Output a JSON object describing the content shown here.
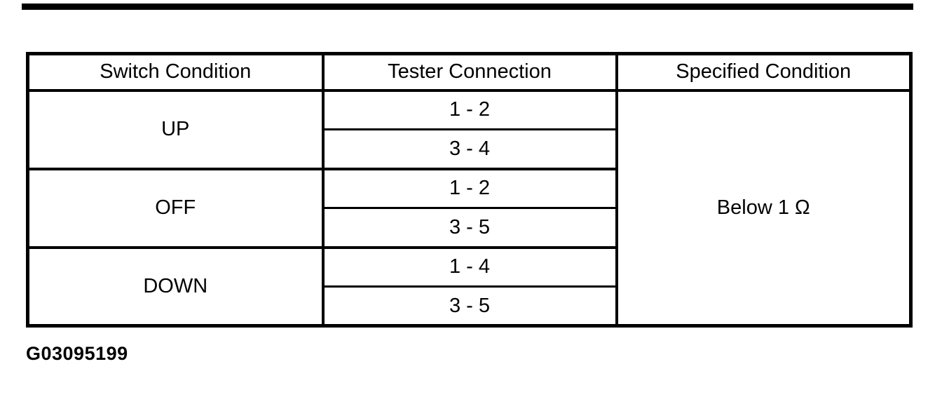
{
  "figure_id": "G03095199",
  "colors": {
    "line": "#000000",
    "background": "#ffffff"
  },
  "table": {
    "headers": [
      "Switch Condition",
      "Tester Connection",
      "Specified Condition"
    ],
    "rows": [
      {
        "switch_condition": "UP",
        "tester_connections": [
          "1 - 2",
          "3 - 4"
        ]
      },
      {
        "switch_condition": "OFF",
        "tester_connections": [
          "1 - 2",
          "3 - 5"
        ]
      },
      {
        "switch_condition": "DOWN",
        "tester_connections": [
          "1 - 4",
          "3 - 5"
        ]
      }
    ],
    "specified_condition": "Below 1 Ω"
  }
}
